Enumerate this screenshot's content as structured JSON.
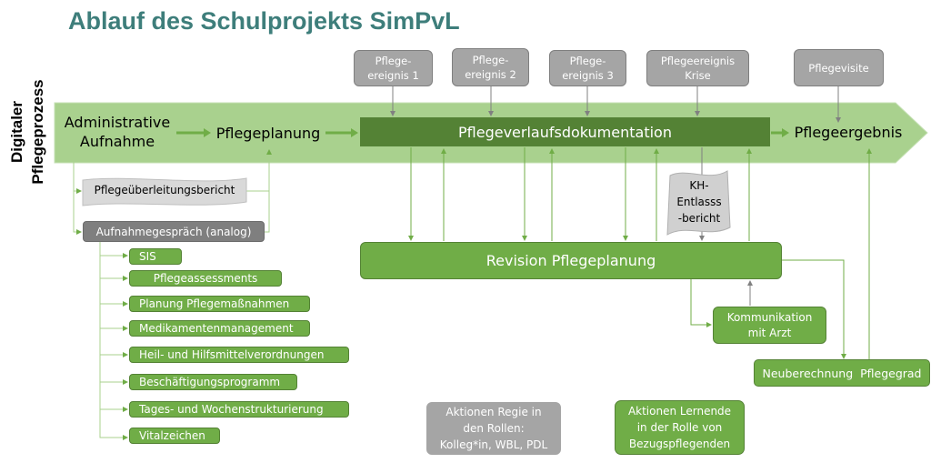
{
  "title": "Ablauf des Schulprojekts SimPvL",
  "side_label": {
    "line1": "Digitaler",
    "line2": "Pflegeprozess"
  },
  "colors": {
    "title": "#3e7e7b",
    "band": "#a9d18e",
    "dark_green": "#548235",
    "green": "#70ad47",
    "gray": "#a5a5a5",
    "dark_gray": "#7f7f7f"
  },
  "events": [
    {
      "id": "ereignis-1",
      "label": "Pflege-\nereignis 1"
    },
    {
      "id": "ereignis-2",
      "label": "Pflege-\nereignis 2"
    },
    {
      "id": "ereignis-3",
      "label": "Pflege-\nereignis 3"
    },
    {
      "id": "ereignis-krise",
      "label": "Pflegeereignis\nKrise"
    },
    {
      "id": "pflegevisite",
      "label": "Pflegevisite"
    }
  ],
  "process": {
    "admin_aufnahme": "Administrative\nAufnahme",
    "pflegeplanung": "Pflegeplanung",
    "verlaufsdoku": "Pflegeverlaufsdokumentation",
    "pflegeergebnis": "Pflegeergebnis"
  },
  "documents": {
    "ueberleitung": "Pflegeüberleitungsbericht",
    "kh_entlass": "KH-\nEntlasss\n-bericht"
  },
  "aufnahmegespraech": "Aufnahmegespräch (analog)",
  "assessment_items": [
    "SIS",
    "Pflegeassessments",
    "Planung Pflegemaßnahmen",
    "Medikamentenmanagement",
    "Heil- und Hilfsmittelverordnungen",
    "Beschäftigungsprogramm",
    "Tages- und Wochenstrukturierung",
    "Vitalzeichen"
  ],
  "revision": "Revision Pflegeplanung",
  "kommunikation": "Kommunikation\nmit Arzt",
  "neuberechnung": "Neuberechnung  Pflegegrad",
  "legend": {
    "regie": "Aktionen Regie in\nden Rollen:\nKolleg*in, WBL, PDL",
    "lernende": "Aktionen Lernende\nin der Rolle von\nBezugspflegenden"
  }
}
